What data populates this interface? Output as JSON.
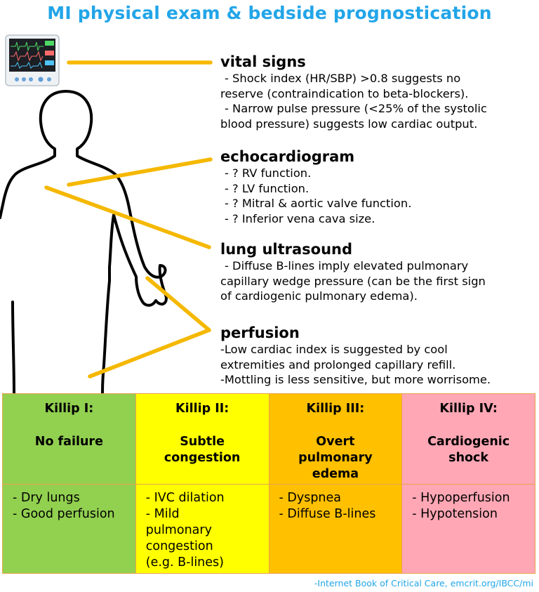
{
  "title": "MI physical exam & bedside prognostication",
  "sections": [
    {
      "heading": "vital signs",
      "lines": [
        " - Shock index (HR/SBP) >0.8 suggests no",
        "reserve (contraindication to beta-blockers).",
        " - Narrow pulse pressure (<25% of the systolic",
        "blood pressure) suggests low cardiac output."
      ]
    },
    {
      "heading": "echocardiogram",
      "lines": [
        " - ? RV function.",
        " - ? LV function.",
        " - ? Mitral & aortic valve function.",
        " - ? Inferior vena cava size."
      ]
    },
    {
      "heading": "lung ultrasound",
      "lines": [
        " - Diffuse B-lines imply elevated pulmonary",
        "capillary wedge pressure (can be the first sign",
        "of cardiogenic pulmonary edema)."
      ]
    },
    {
      "heading": "perfusion",
      "lines": [
        "-Low cardiac index is suggested by cool",
        "extremities and prolonged capillary refill.",
        "-Mottling is less sensitive, but more worrisome."
      ]
    }
  ],
  "killip": [
    {
      "class": "Killip I:",
      "desc": [
        "No failure"
      ],
      "signs": [
        "- Dry lungs",
        "- Good perfusion"
      ],
      "color": "#92d050"
    },
    {
      "class": "Killip II:",
      "desc": [
        "Subtle",
        "congestion"
      ],
      "signs": [
        "- IVC dilation",
        "- Mild pulmonary congestion (e.g. B-lines)"
      ],
      "color": "#ffff00"
    },
    {
      "class": "Killip III:",
      "desc": [
        "Overt",
        "pulmonary",
        "edema"
      ],
      "signs": [
        "- Dyspnea",
        "- Diffuse B-lines"
      ],
      "color": "#ffc000"
    },
    {
      "class": "Killip IV:",
      "desc": [
        "Cardiogenic",
        "shock"
      ],
      "signs": [
        "- Hypoperfusion",
        "- Hypotension"
      ],
      "color": "#ffa7b5"
    }
  ],
  "credit": "-Internet Book of Critical Care, emcrit.org/IBCC/mi",
  "colors": {
    "title": "#22a5e8",
    "connector": "#f5b800",
    "table_border": "#e8a34a"
  },
  "icons": {
    "monitor": "patient-monitor-icon",
    "body": "human-body-outline"
  }
}
